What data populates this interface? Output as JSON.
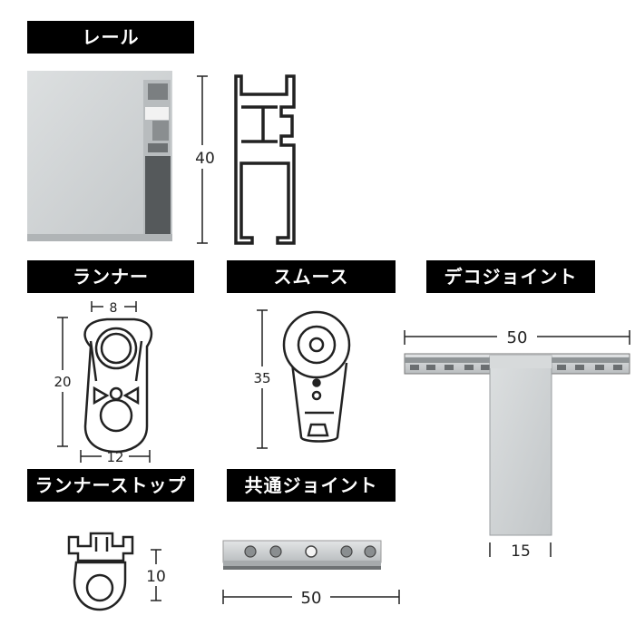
{
  "labels": {
    "rail": "レール",
    "runner": "ランナー",
    "smooth": "スムース",
    "deco_joint": "デコジョイント",
    "runner_stop": "ランナーストップ",
    "common_joint": "共通ジョイント"
  },
  "dimensions": {
    "rail_height": "40",
    "runner_width_top": "8",
    "runner_height": "20",
    "runner_width_bottom": "12",
    "smooth_height": "35",
    "deco_joint_width": "50",
    "deco_joint_stem": "15",
    "runner_stop_height": "10",
    "common_joint_width": "50"
  },
  "colors": {
    "label_bg": "#000000",
    "label_text": "#ffffff",
    "aluminum": "#c9cdcf",
    "outline": "#222222"
  }
}
